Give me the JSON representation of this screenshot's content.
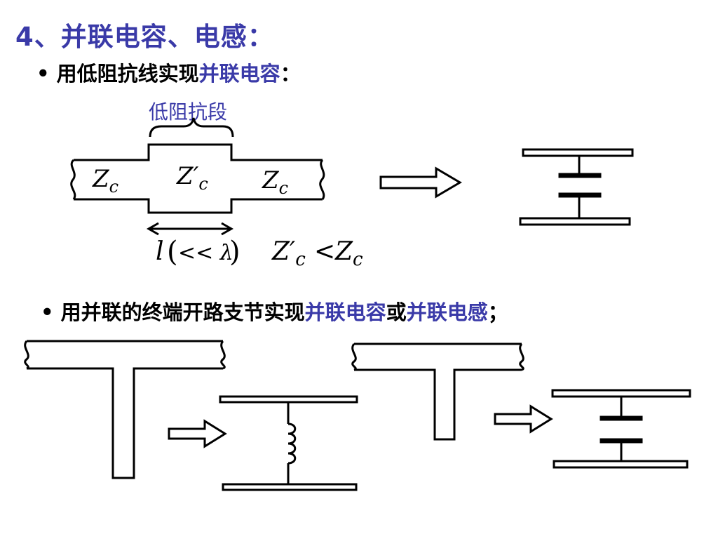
{
  "title": "4、并联电容、电感：",
  "bullet1": {
    "marker": "•",
    "text": "用低阻抗线实现",
    "highlight": "并联电容",
    "tail": "："
  },
  "segment_label": "低阻抗段",
  "line_labels": {
    "zc_left": "Z",
    "zc_left_sub": "c",
    "zc_mid": "Z′",
    "zc_mid_sub": "c",
    "zc_right": "Z",
    "zc_right_sub": "c"
  },
  "length_formula": {
    "l": "l",
    "paren_open": "(",
    "cond": "<< λ",
    "paren_close": ")"
  },
  "impedance_relation": {
    "lhs": "Z′",
    "lhs_sub": "c",
    "op": "<",
    "rhs": "Z",
    "rhs_sub": "c"
  },
  "bullet2": {
    "marker": "•",
    "text1": "用并联的终端开路支节实现",
    "highlight1": "并联电容",
    "text2": "或",
    "highlight2": "并联电感",
    "tail": "；"
  },
  "colors": {
    "accent": "#3a3aa8",
    "ink": "#000000"
  }
}
